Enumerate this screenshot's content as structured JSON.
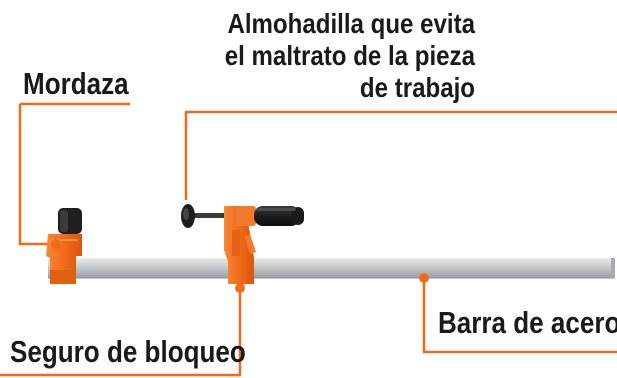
{
  "labels": {
    "mordaza": "Mordaza",
    "almohadilla": [
      "Almohadilla que evita",
      "el maltrato de la pieza",
      "de trabajo"
    ],
    "seguro": "Seguro de bloqueo",
    "barra": "Barra de acero"
  },
  "colors": {
    "accent": "#F26A1B",
    "bar": "#C9CBCD",
    "handle": "#1E1E1E",
    "text": "#1A1A1A"
  }
}
